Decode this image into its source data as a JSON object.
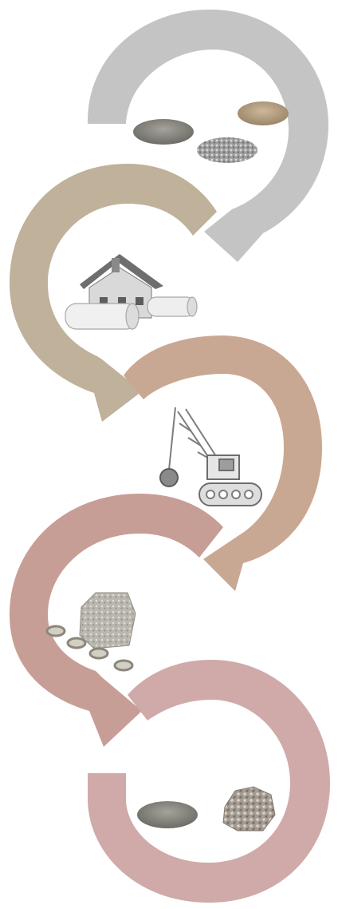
{
  "diagram": {
    "type": "cycle-flow",
    "stages": [
      {
        "id": "raw-materials",
        "color": "#c4c4c4",
        "icons": [
          "aggregate-pile-icon",
          "sand-pile-icon",
          "gravel-pile-icon"
        ]
      },
      {
        "id": "design",
        "color": "#bfb19a",
        "icons": [
          "house-icon",
          "blueprint-rolls-icon"
        ]
      },
      {
        "id": "demolition",
        "color": "#c9a893",
        "icons": [
          "demolition-crane-icon"
        ]
      },
      {
        "id": "recycling-processing",
        "color": "#c79e96",
        "icons": [
          "concrete-block-icon",
          "recycled-discs-icon"
        ]
      },
      {
        "id": "recycled-aggregates",
        "color": "#cfaaa9",
        "icons": [
          "fine-aggregate-pile-icon",
          "crushed-concrete-icon"
        ]
      }
    ]
  }
}
